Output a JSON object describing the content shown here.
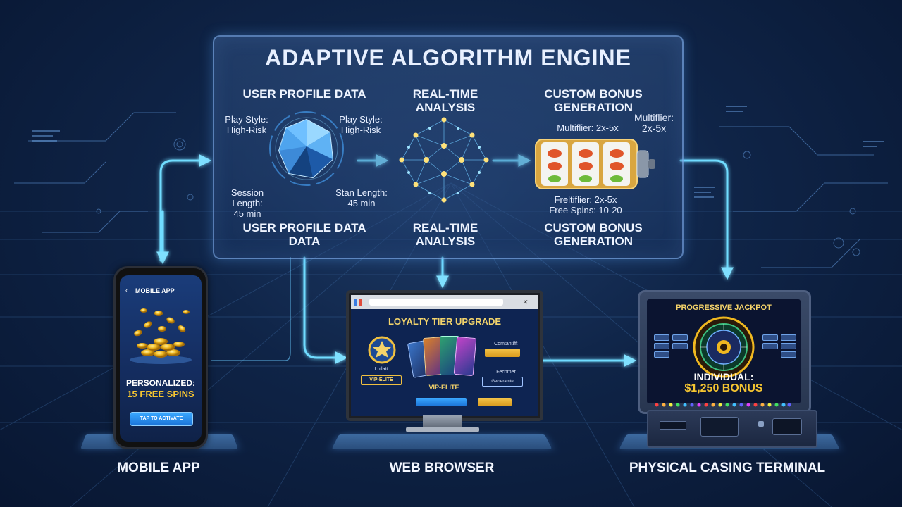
{
  "engine": {
    "title": "ADAPTIVE ALGORITHM ENGINE",
    "user_profile": {
      "heading": "USER PROFILE DATA",
      "heading_bottom_line1": "USER PROFILE DATA",
      "heading_bottom_line2": "DATA",
      "left_label1": "Play Style:",
      "left_label2": "High-Risk",
      "right_label1": "Play Style:",
      "right_label2": "High-Risk",
      "left_session1": "Session Length:",
      "left_session2": "45 min",
      "right_session1": "Stan Length:",
      "right_session2": "45 min"
    },
    "analysis": {
      "heading_line1": "REAL-TIME",
      "heading_line2": "ANALYSIS",
      "bottom_line1": "REAL-TIME",
      "bottom_line2": "ANALYSIS"
    },
    "bonus": {
      "heading_line1": "CUSTOM BONUS",
      "heading_line2": "GENERATION",
      "bottom_line1": "CUSTOM BONUS",
      "bottom_line2": "GENERATION",
      "multiplier_left": "Multiflier:  2x-5x",
      "multiplier_right1": "Multiflier:",
      "multiplier_right2": "2x-5x",
      "under_line1": "Freltiflier: 2x-5x",
      "under_line2": "Free Spins: 10-20"
    }
  },
  "mobile": {
    "header": "MOBILE APP",
    "offer_line1": "PERSONALIZED:",
    "offer_line2": "15 FREE SPINS",
    "cta": "TAP TO ACTIVATE",
    "label": "MOBILE APP"
  },
  "web": {
    "banner": "LOYALTY TIER UPGRADE",
    "left_small": "Lollatt:",
    "left_badge": "VIP-ELITE",
    "center_badge": "VIP-ELITE",
    "right_label1": "Comtantiff:",
    "right_label2": "Fecnmer",
    "right_box2": "Gecteramte",
    "label": "WEB BROWSER"
  },
  "terminal": {
    "header": "PROGRESSIVE JACKPOT",
    "line1": "INDIVIDUAL:",
    "line2": "$1,250 BONUS",
    "label": "PHYSICAL CASING TERMINAL"
  },
  "colors": {
    "accent_glow": "#5ec8ff",
    "gold": "#f5c531",
    "panel_border": "#8cbeff"
  }
}
